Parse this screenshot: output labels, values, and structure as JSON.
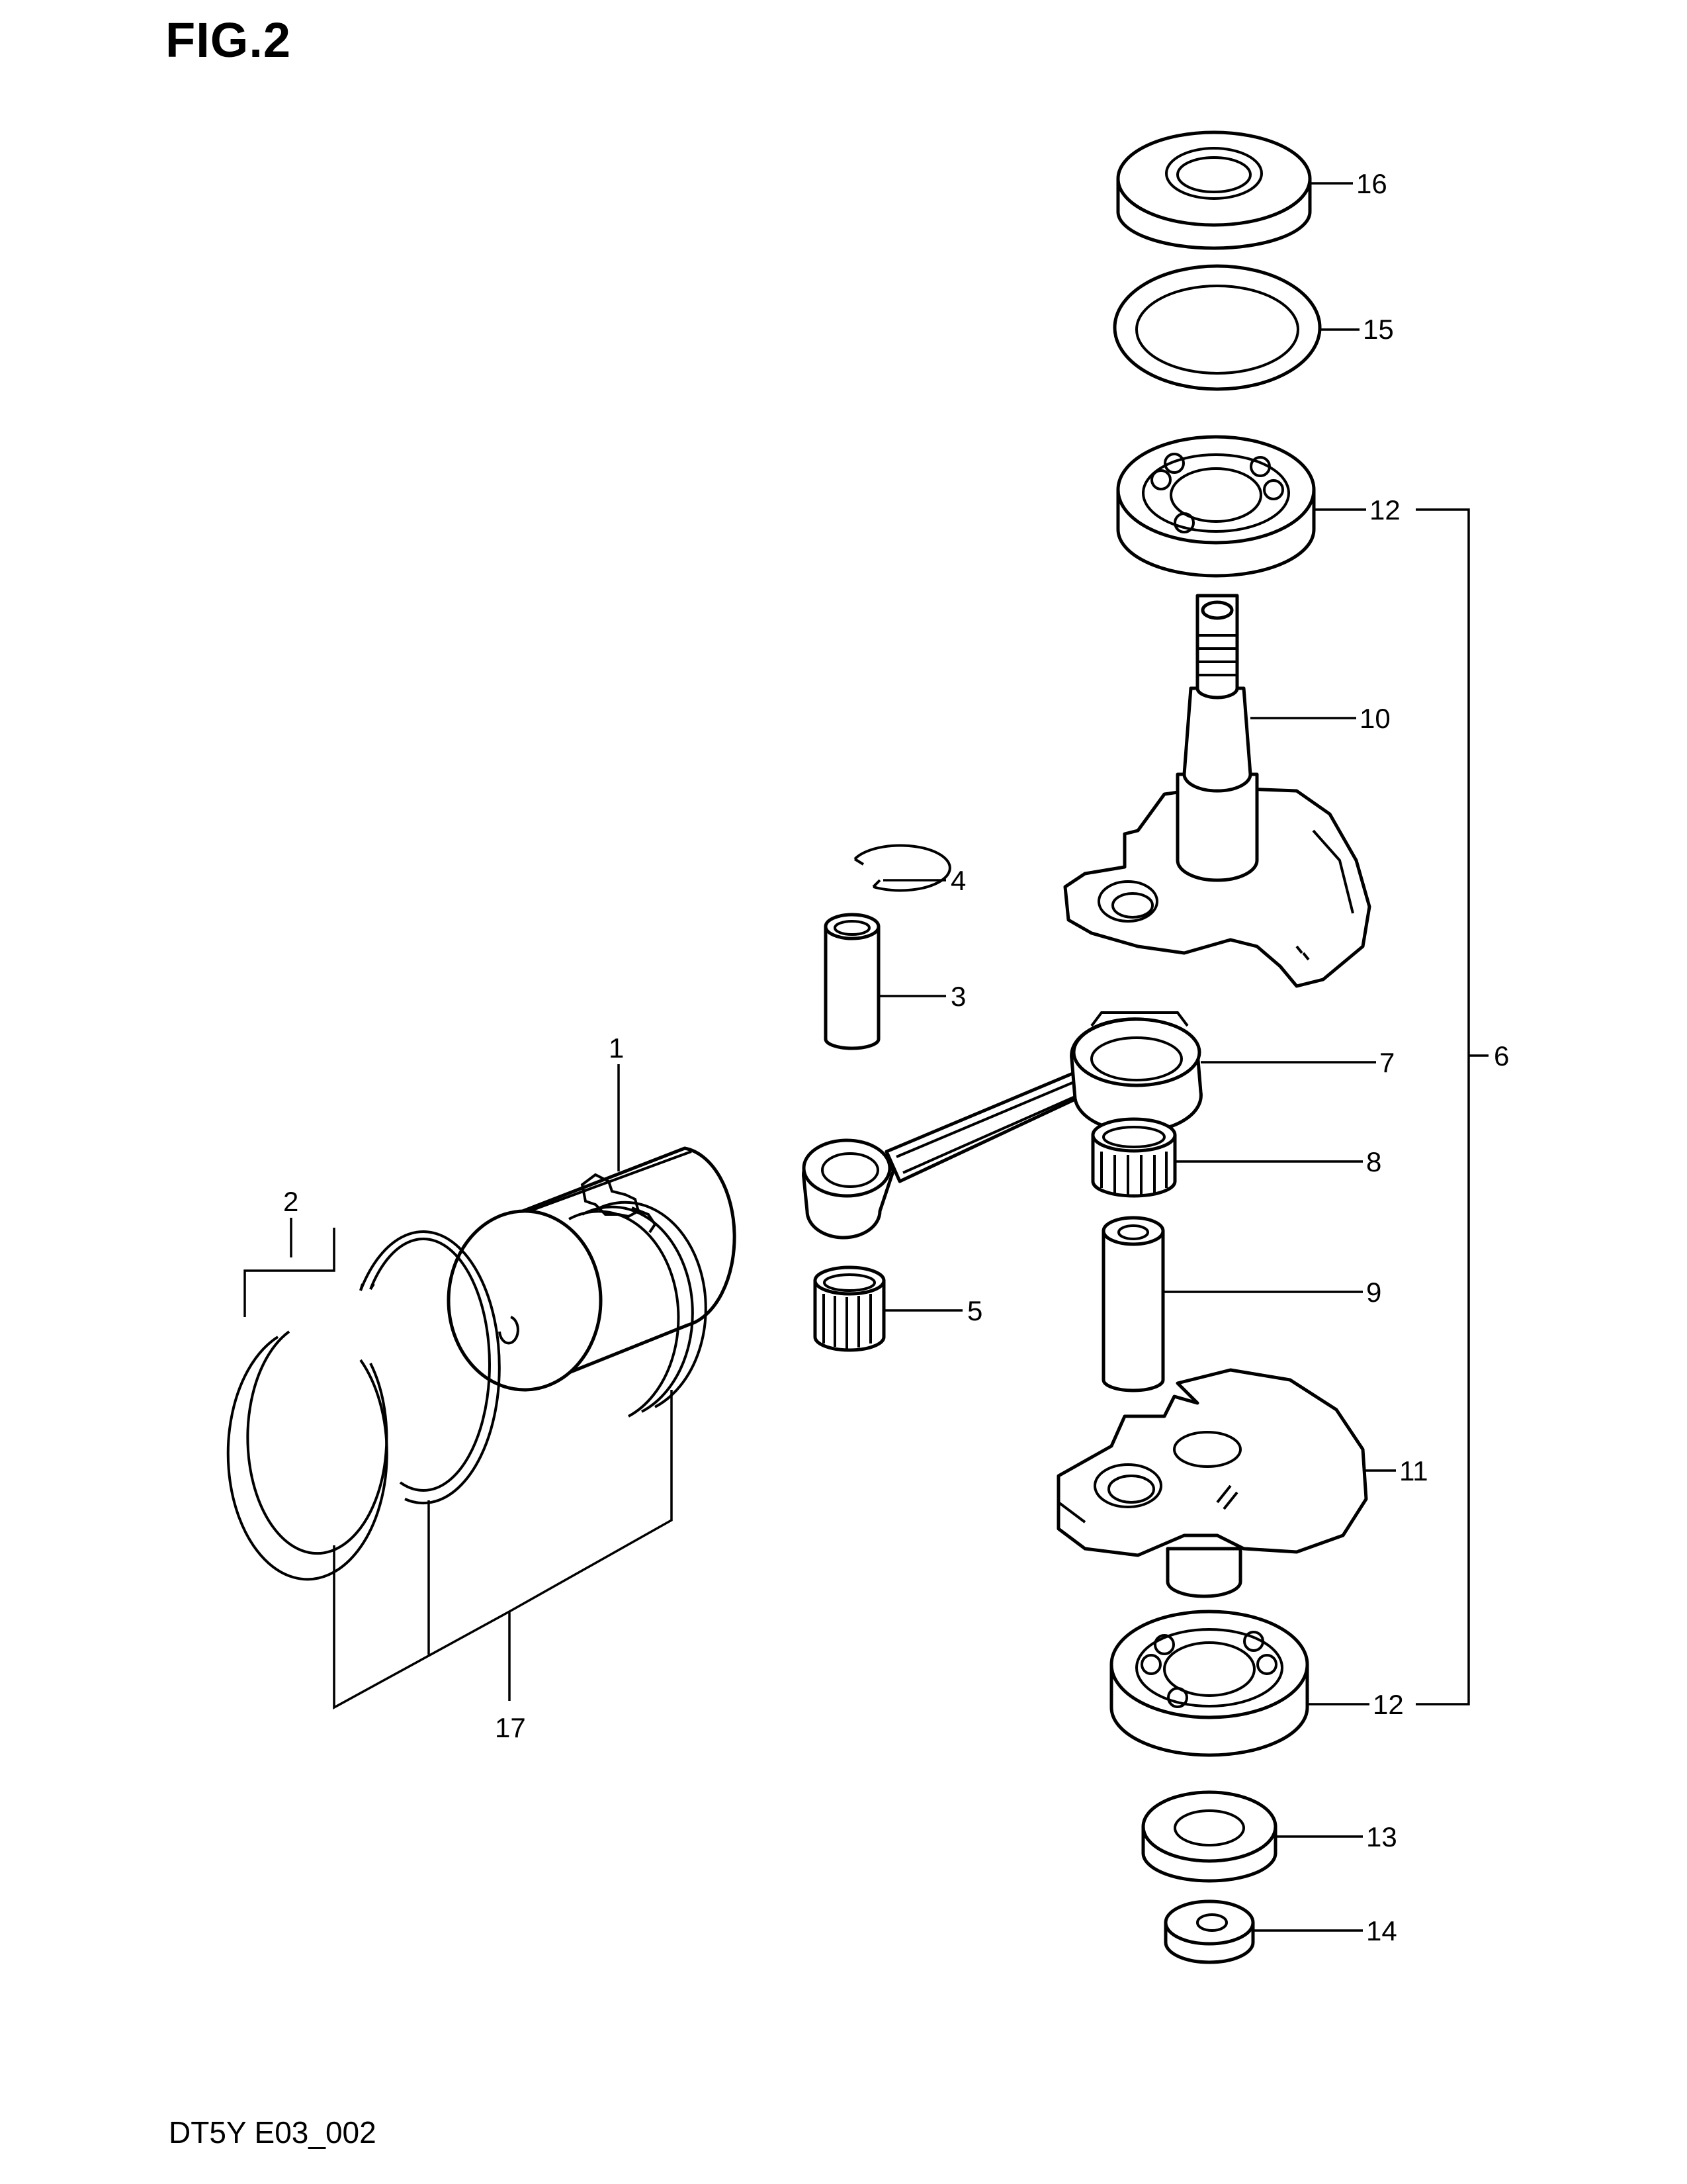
{
  "figure": {
    "title": "FIG.2",
    "code": "DT5Y E03_002"
  },
  "callouts": {
    "n1": "1",
    "n2": "2",
    "n3": "3",
    "n4": "4",
    "n5": "5",
    "n6": "6",
    "n7": "7",
    "n8": "8",
    "n9": "9",
    "n10": "10",
    "n11": "11",
    "n12a": "12",
    "n12b": "12",
    "n13": "13",
    "n14": "14",
    "n15": "15",
    "n16": "16",
    "n17": "17"
  },
  "colors": {
    "line": "#000000",
    "background": "#ffffff"
  }
}
